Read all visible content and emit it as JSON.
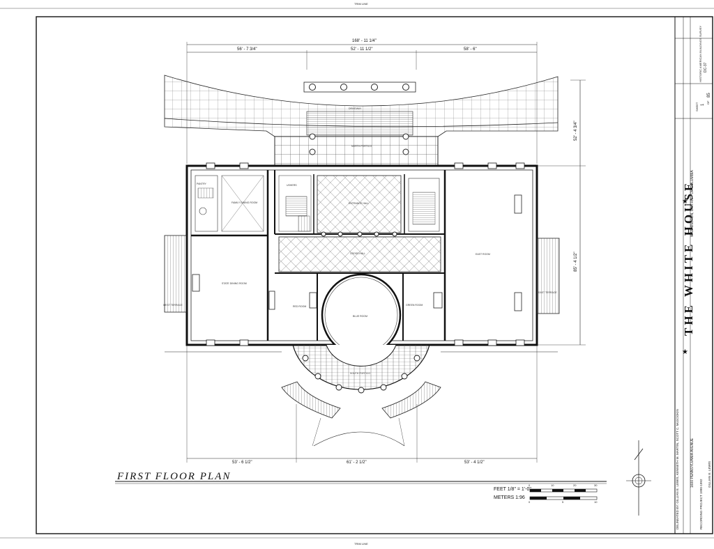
{
  "sheet": {
    "top_mark": "TRIM LINE",
    "bottom_mark": "TRIM LINE",
    "title_block": {
      "building": "THE WHITE HOUSE",
      "address": "1600 PENNSYLVANIA AVENUE",
      "location": "WASHINGTON, DISTRICT OF COLUMBIA",
      "survey": "HISTORIC AMERICAN BUILDINGS SURVEY",
      "survey_no": "DC-37",
      "sheet_label": "SHEET",
      "of_label": "OF",
      "sheet_no": "1",
      "sheet_total": "85",
      "credits": "DELINEATED BY: GILLIAN E. LEWIS, KENNETH M. MARTIN, SCOTT C. McGOOKIN",
      "drawn_by": "GILLIAN E. LEWIS",
      "recording": "RECORDING PROJECT 1990-1992"
    },
    "drawing_title": "FIRST FLOOR PLAN",
    "scale": {
      "feet_label": "FEET 1/8\" = 1'-0\"",
      "meters_label": "METERS 1:96",
      "feet_ticks": [
        "0",
        "10",
        "20",
        "30"
      ],
      "meter_ticks": [
        "0",
        "5",
        "10"
      ]
    },
    "dimensions": {
      "overall_top": "168' - 11 1/4\"",
      "top_left": "56' - 7 3/4\"",
      "top_mid": "52' - 11 1/2\"",
      "top_right": "58' - 6\"",
      "right_upper": "52' - 4 3/4\"",
      "right_mid": "85' - 4 1/2\"",
      "bottom_left": "53' - 6 1/2\"",
      "bottom_mid": "61' - 2 1/2\"",
      "bottom_right": "53' - 4 1/2\""
    },
    "rooms": {
      "driveway": "DRIVEWAY",
      "north_portico": "NORTH PORTICO",
      "family_dining": "FAMILY DINING ROOM",
      "usher": "USHERS",
      "entrance_hall": "ENTRANCE HALL",
      "cross_hall": "CROSS HALL",
      "east_room": "EAST ROOM",
      "state_dining": "STATE DINING ROOM",
      "red_room": "RED ROOM",
      "blue_room": "BLUE ROOM",
      "green_room": "GREEN ROOM",
      "south_portico": "SOUTH PORTICO",
      "pantry": "PANTRY",
      "west_terrace": "WEST TERRACE",
      "east_terrace": "EAST TERRACE"
    }
  }
}
